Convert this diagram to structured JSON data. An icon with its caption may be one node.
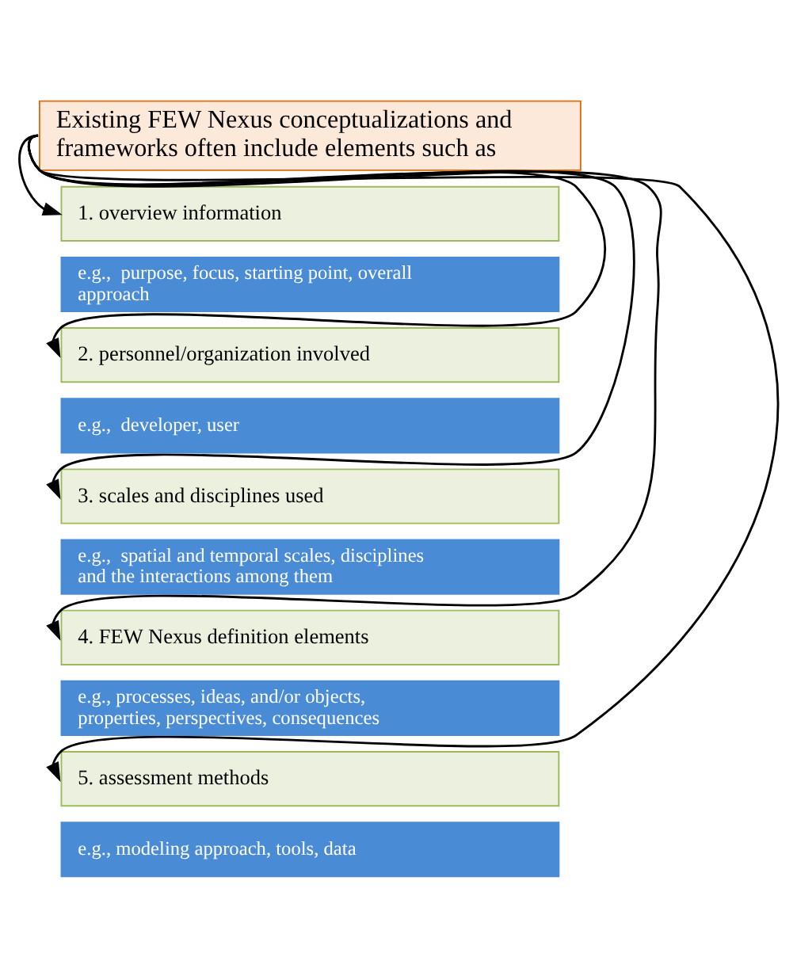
{
  "diagram": {
    "nodes": [
      {
        "text": [
          "Existing FEW Nexus conceptualizations and frameworks often include elements such as"
        ]
      },
      {
        "text": [
          "1. overview information"
        ]
      },
      {
        "text": [
          "e.g.,  purpose, focus, starting point, overall approach"
        ]
      },
      {
        "text": [
          "2. personnel/organization involved"
        ]
      },
      {
        "text": [
          "e.g.,  developer, user"
        ]
      },
      {
        "text": [
          "3. scales and disciplines used"
        ]
      },
      {
        "text": [
          "e.g.,  spatial and temporal scales, disciplines and the interactions among them"
        ]
      },
      {
        "text": [
          "4. FEW Nexus definition elements"
        ]
      },
      {
        "text": [
          "e.g., processes, ideas, and/or objects, properties, perspectives, consequences"
        ]
      },
      {
        "text": [
          "5. assessment methods"
        ]
      },
      {
        "text": [
          "e.g., modeling approach, tools, data"
        ]
      }
    ],
    "edges": [
      {
        "from": 0,
        "to": 1,
        "arrow": "to"
      },
      {
        "from": 0,
        "to": 3,
        "arrow": "to"
      },
      {
        "from": 0,
        "to": 5,
        "arrow": "to"
      },
      {
        "from": 0,
        "to": 7,
        "arrow": "to"
      },
      {
        "from": 0,
        "to": 9,
        "arrow": "to"
      }
    ]
  }
}
